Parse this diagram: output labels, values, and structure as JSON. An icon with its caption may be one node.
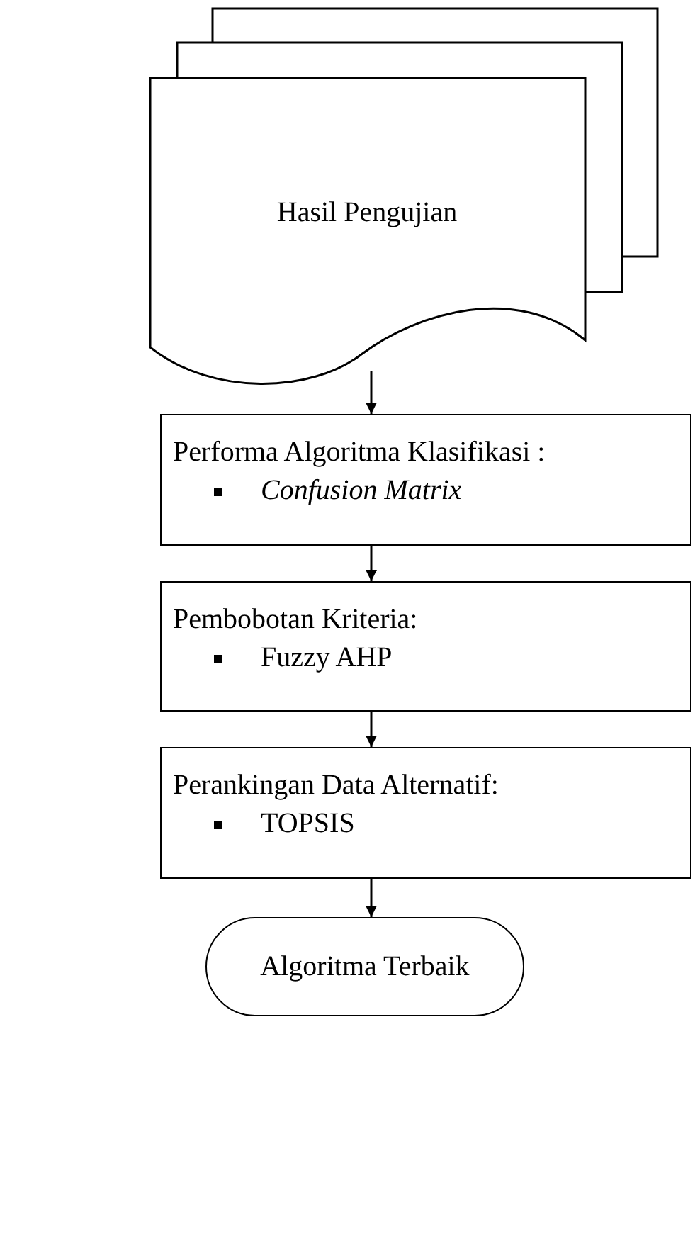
{
  "diagram": {
    "nodes": [
      {
        "text": [
          "Hasil Pengujian"
        ]
      },
      {
        "text": [
          "Performa Algoritma Klasifikasi :",
          "*Confusion Matrix*"
        ]
      },
      {
        "text": [
          "Pembobotan Kriteria:",
          "Fuzzy AHP"
        ]
      },
      {
        "text": [
          "Perankingan Data Alternatif:",
          "TOPSIS"
        ]
      },
      {
        "text": [
          "Algoritma Terbaik"
        ]
      }
    ],
    "edges": [
      {
        "from": 0,
        "to": 1,
        "arrow": "to"
      },
      {
        "from": 1,
        "to": 2,
        "arrow": "to"
      },
      {
        "from": 2,
        "to": 3,
        "arrow": "to"
      },
      {
        "from": 3,
        "to": 4,
        "arrow": "to"
      }
    ]
  }
}
